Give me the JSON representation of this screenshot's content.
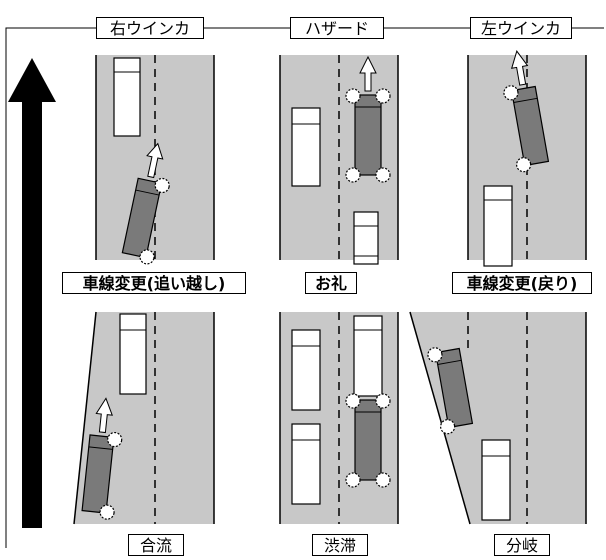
{
  "headers": {
    "right": "右ウインカ",
    "hazard": "ハザード",
    "left": "左ウインカ"
  },
  "labels": {
    "lane_change_overtake": "車線変更(追い越し)",
    "thanks": "お礼",
    "lane_change_return": "車線変更(戻り)",
    "merge": "合流",
    "traffic_jam": "渋滞",
    "branch": "分岐"
  },
  "colors": {
    "road": "#c8c8c8",
    "truck": "#7a7a7a",
    "car": "#ffffff",
    "arrow": "#000000"
  }
}
